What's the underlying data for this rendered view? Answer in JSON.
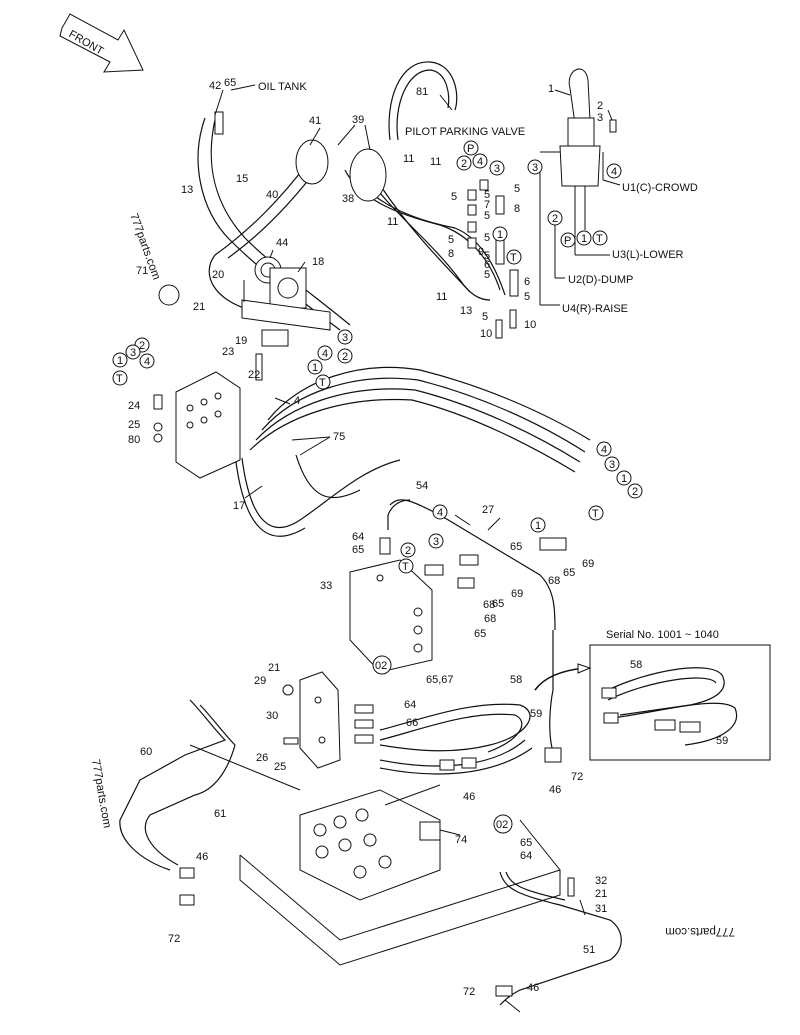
{
  "front_arrow_label": "FRONT",
  "callouts_text": {
    "oil_tank": "OIL TANK",
    "pilot_parking_valve": "PILOT PARKING VALVE",
    "u1": "U1(C)-CROWD",
    "u2": "U2(D)-DUMP",
    "u3": "U3(L)-LOWER",
    "u4": "U4(R)-RAISE",
    "serial": "Serial No. 1001 ~ 1040"
  },
  "watermarks": [
    "777parts.com",
    "777parts.com",
    "777parts.com"
  ],
  "circled": {
    "P": "P",
    "T": "T",
    "c1": "1",
    "c2": "2",
    "c3": "3",
    "c4": "4",
    "c02": "02"
  },
  "part_numbers": {
    "p1": "1",
    "p2": "2",
    "p3": "3",
    "p4": "4",
    "p5": "5",
    "p6": "6",
    "p7": "7",
    "p8": "8",
    "p9": "9",
    "p10": "10",
    "p11": "11",
    "p13": "13",
    "p15": "15",
    "p17": "17",
    "p18": "18",
    "p19": "19",
    "p20": "20",
    "p21": "21",
    "p22": "22",
    "p23": "23",
    "p24": "24",
    "p25": "25",
    "p26": "26",
    "p27": "27",
    "p29": "29",
    "p30": "30",
    "p31": "31",
    "p32": "32",
    "p33": "33",
    "p38": "38",
    "p39": "39",
    "p40": "40",
    "p41": "41",
    "p42": "42",
    "p44": "44",
    "p46": "46",
    "p51": "51",
    "p54": "54",
    "p58": "58",
    "p59": "59",
    "p60": "60",
    "p61": "61",
    "p64": "64",
    "p65": "65",
    "p65_67": "65,67",
    "p66": "66",
    "p68": "68",
    "p69": "69",
    "p71": "71",
    "p72": "72",
    "p74": "74",
    "p75": "75",
    "p80": "80",
    "p81": "81"
  }
}
